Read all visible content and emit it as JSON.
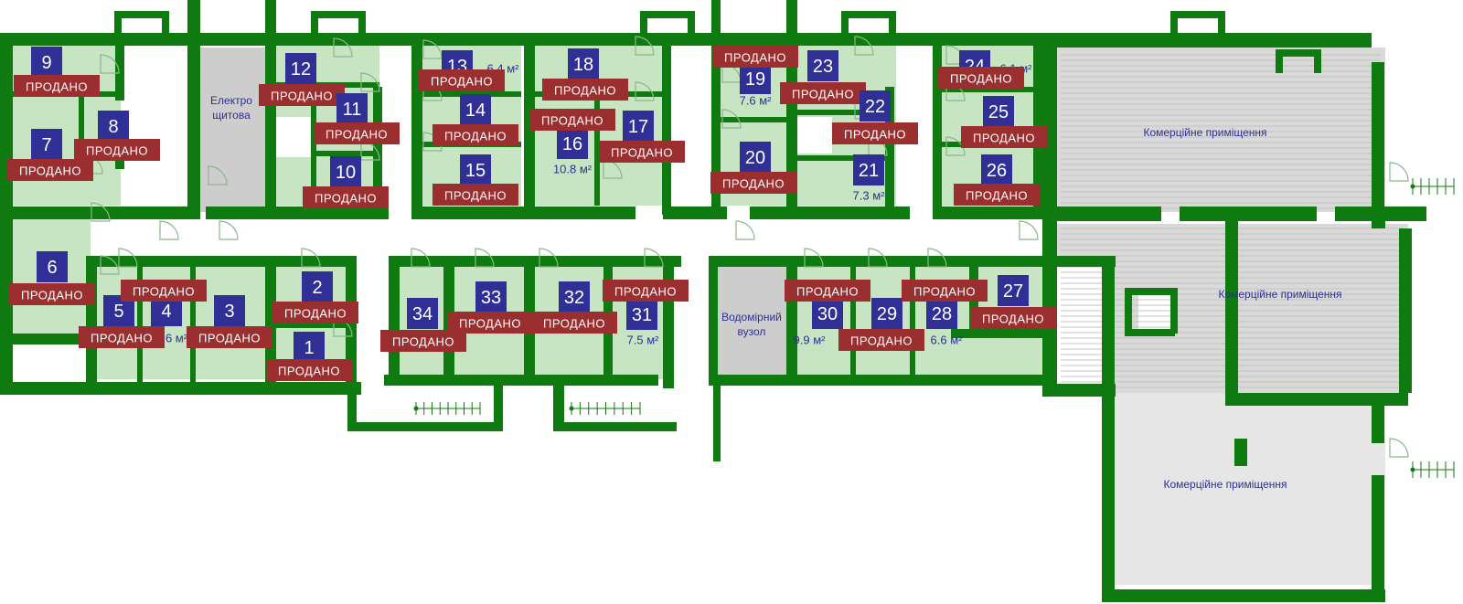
{
  "labels": {
    "electro": [
      "Електро",
      "щитова"
    ],
    "water": [
      "Водомірний",
      "вузол"
    ],
    "commercial_1": "Комерційне приміщення",
    "commercial_2": "Комерційне приміщення",
    "commercial_3": "Комерційне приміщення"
  },
  "status_sold": "ПРОДАНО",
  "rooms": [
    {
      "id": "9",
      "sold": true,
      "area": ""
    },
    {
      "id": "7",
      "sold": true,
      "area": ""
    },
    {
      "id": "8",
      "sold": true,
      "area": ""
    },
    {
      "id": "12",
      "sold": true,
      "area": ""
    },
    {
      "id": "11",
      "sold": true,
      "area": ""
    },
    {
      "id": "10",
      "sold": true,
      "area": ""
    },
    {
      "id": "13",
      "sold": true,
      "area": "6.4 м²"
    },
    {
      "id": "14",
      "sold": true,
      "area": ""
    },
    {
      "id": "15",
      "sold": true,
      "area": ""
    },
    {
      "id": "18",
      "sold": true,
      "area": ""
    },
    {
      "id": "16",
      "sold": true,
      "area": "10.8 м²"
    },
    {
      "id": "17",
      "sold": true,
      "area": ""
    },
    {
      "id": "19",
      "sold": true,
      "area": "7.6 м²"
    },
    {
      "id": "20",
      "sold": true,
      "area": ""
    },
    {
      "id": "23",
      "sold": true,
      "area": ""
    },
    {
      "id": "22",
      "sold": true,
      "area": ""
    },
    {
      "id": "21",
      "sold": false,
      "area": "7.3 м²"
    },
    {
      "id": "24",
      "sold": true,
      "area": "6.1 м²"
    },
    {
      "id": "25",
      "sold": true,
      "area": ""
    },
    {
      "id": "26",
      "sold": true,
      "area": ""
    },
    {
      "id": "6",
      "sold": true,
      "area": ""
    },
    {
      "id": "5",
      "sold": true,
      "area": ""
    },
    {
      "id": "4",
      "sold": true,
      "area": "6 м²"
    },
    {
      "id": "3",
      "sold": true,
      "area": ""
    },
    {
      "id": "2",
      "sold": true,
      "area": ""
    },
    {
      "id": "1",
      "sold": true,
      "area": ""
    },
    {
      "id": "34",
      "sold": true,
      "area": ""
    },
    {
      "id": "33",
      "sold": true,
      "area": ""
    },
    {
      "id": "32",
      "sold": true,
      "area": ""
    },
    {
      "id": "31",
      "sold": true,
      "area": "7.5 м²"
    },
    {
      "id": "30",
      "sold": true,
      "area": "9.9 м²"
    },
    {
      "id": "29",
      "sold": true,
      "area": ""
    },
    {
      "id": "28",
      "sold": true,
      "area": "6.6 м²"
    },
    {
      "id": "27",
      "sold": true,
      "area": ""
    }
  ],
  "colors": {
    "wall": "#0f7a0f",
    "room": "#c7e5c3",
    "number": "#2f2f96",
    "sold": "#9b2f2f"
  }
}
